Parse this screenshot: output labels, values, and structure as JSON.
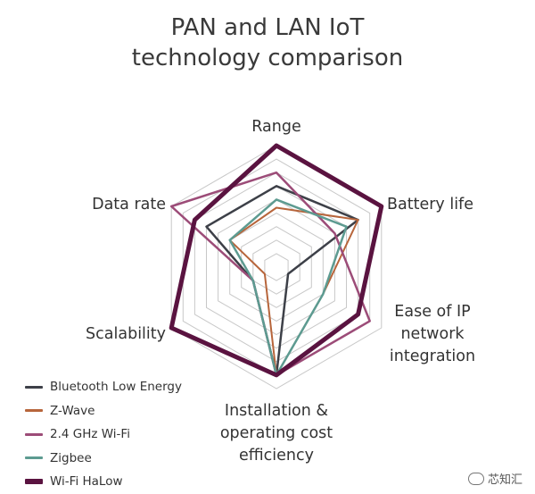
{
  "title_lines": [
    "PAN and LAN IoT",
    "technology comparison"
  ],
  "chart_data": {
    "type": "radar",
    "axes": [
      [
        "Range"
      ],
      [
        "Battery life"
      ],
      [
        "Ease of IP",
        "network",
        "integration"
      ],
      [
        "Installation &",
        "operating cost",
        "efficiency"
      ],
      [
        "Scalability"
      ],
      [
        "Data rate"
      ]
    ],
    "rings": 9,
    "rmax": 9,
    "grid": true,
    "legend_position": "bottom-left",
    "series": [
      {
        "name": "Bluetooth Low Energy",
        "color": "#3d4048",
        "values": [
          6,
          7,
          1,
          8,
          2,
          6
        ]
      },
      {
        "name": "Z-Wave",
        "color": "#b7653b",
        "values": [
          4.4,
          7,
          4,
          8,
          1,
          4
        ]
      },
      {
        "name": "2.4 GHz Wi-Fi",
        "color": "#9c4c78",
        "values": [
          7,
          5,
          8,
          8,
          2,
          9
        ]
      },
      {
        "name": "Zigbee",
        "color": "#5d9b91",
        "values": [
          5,
          6,
          4,
          8,
          2,
          4
        ]
      },
      {
        "name": "Wi-Fi HaLow",
        "color": "#5a1340",
        "values": [
          9,
          9,
          7,
          8,
          9,
          7
        ]
      }
    ]
  },
  "watermark": {
    "text": "芯知汇"
  }
}
